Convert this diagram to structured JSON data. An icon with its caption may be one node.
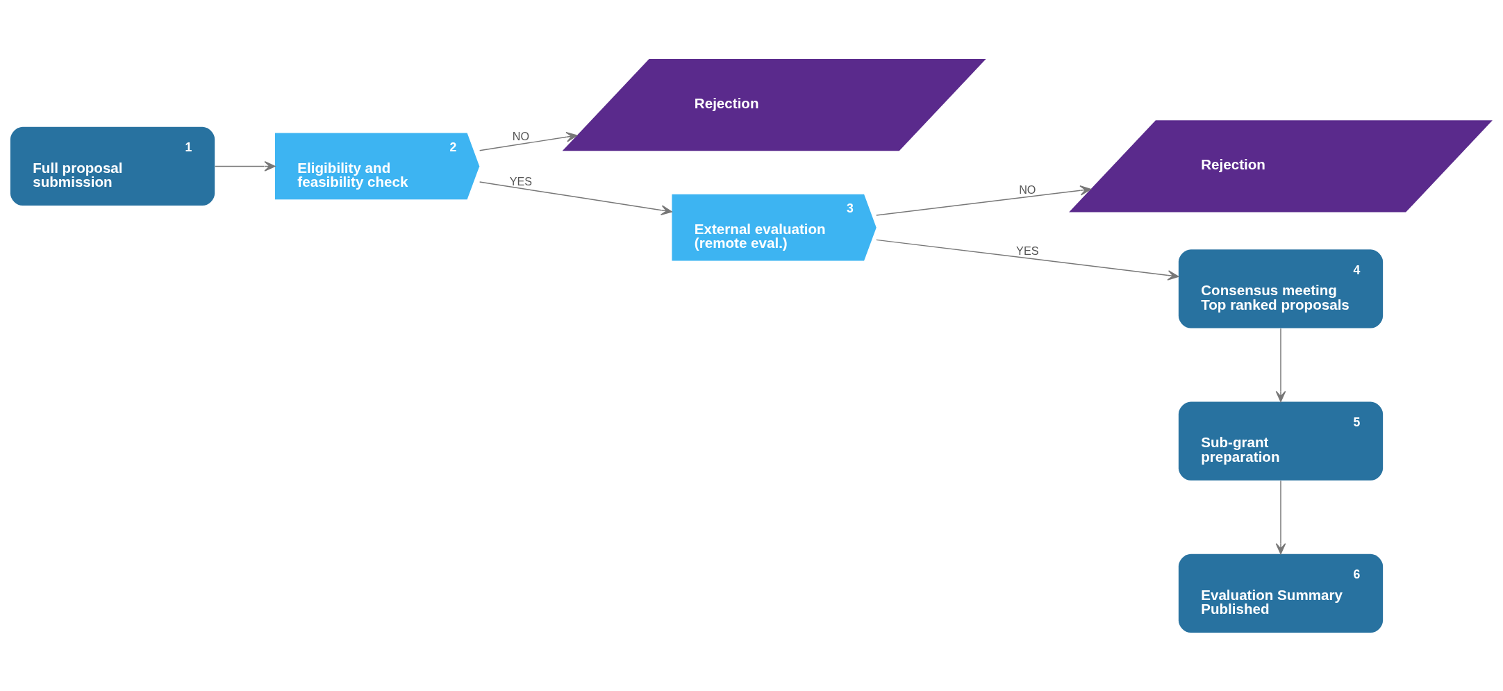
{
  "diagram": {
    "nodes": [
      {
        "text": [
          "1",
          "Full proposal submission"
        ]
      },
      {
        "text": [
          "2",
          "Eligibility and feasibility check"
        ]
      },
      {
        "text": [
          "Rejection"
        ]
      },
      {
        "text": [
          "3",
          "External evaluation (remote eval.)"
        ]
      },
      {
        "text": [
          "Rejection"
        ]
      },
      {
        "text": [
          "4",
          "Consensus meeting Top ranked proposals"
        ]
      },
      {
        "text": [
          "5",
          "Sub-grant preparation"
        ]
      },
      {
        "text": [
          "6",
          "Evaluation Summary Published"
        ]
      }
    ],
    "edges": [
      {
        "from": 0,
        "to": 1,
        "arrow": "to"
      },
      {
        "from": 1,
        "to": 2,
        "arrow": "to",
        "label": "NO"
      },
      {
        "from": 1,
        "to": 3,
        "arrow": "to",
        "label": "YES"
      },
      {
        "from": 3,
        "to": 4,
        "arrow": "to",
        "label": "NO"
      },
      {
        "from": 3,
        "to": 5,
        "arrow": "to",
        "label": "YES"
      },
      {
        "from": 5,
        "to": 6,
        "arrow": "to"
      },
      {
        "from": 6,
        "to": 7,
        "arrow": "to"
      }
    ]
  }
}
